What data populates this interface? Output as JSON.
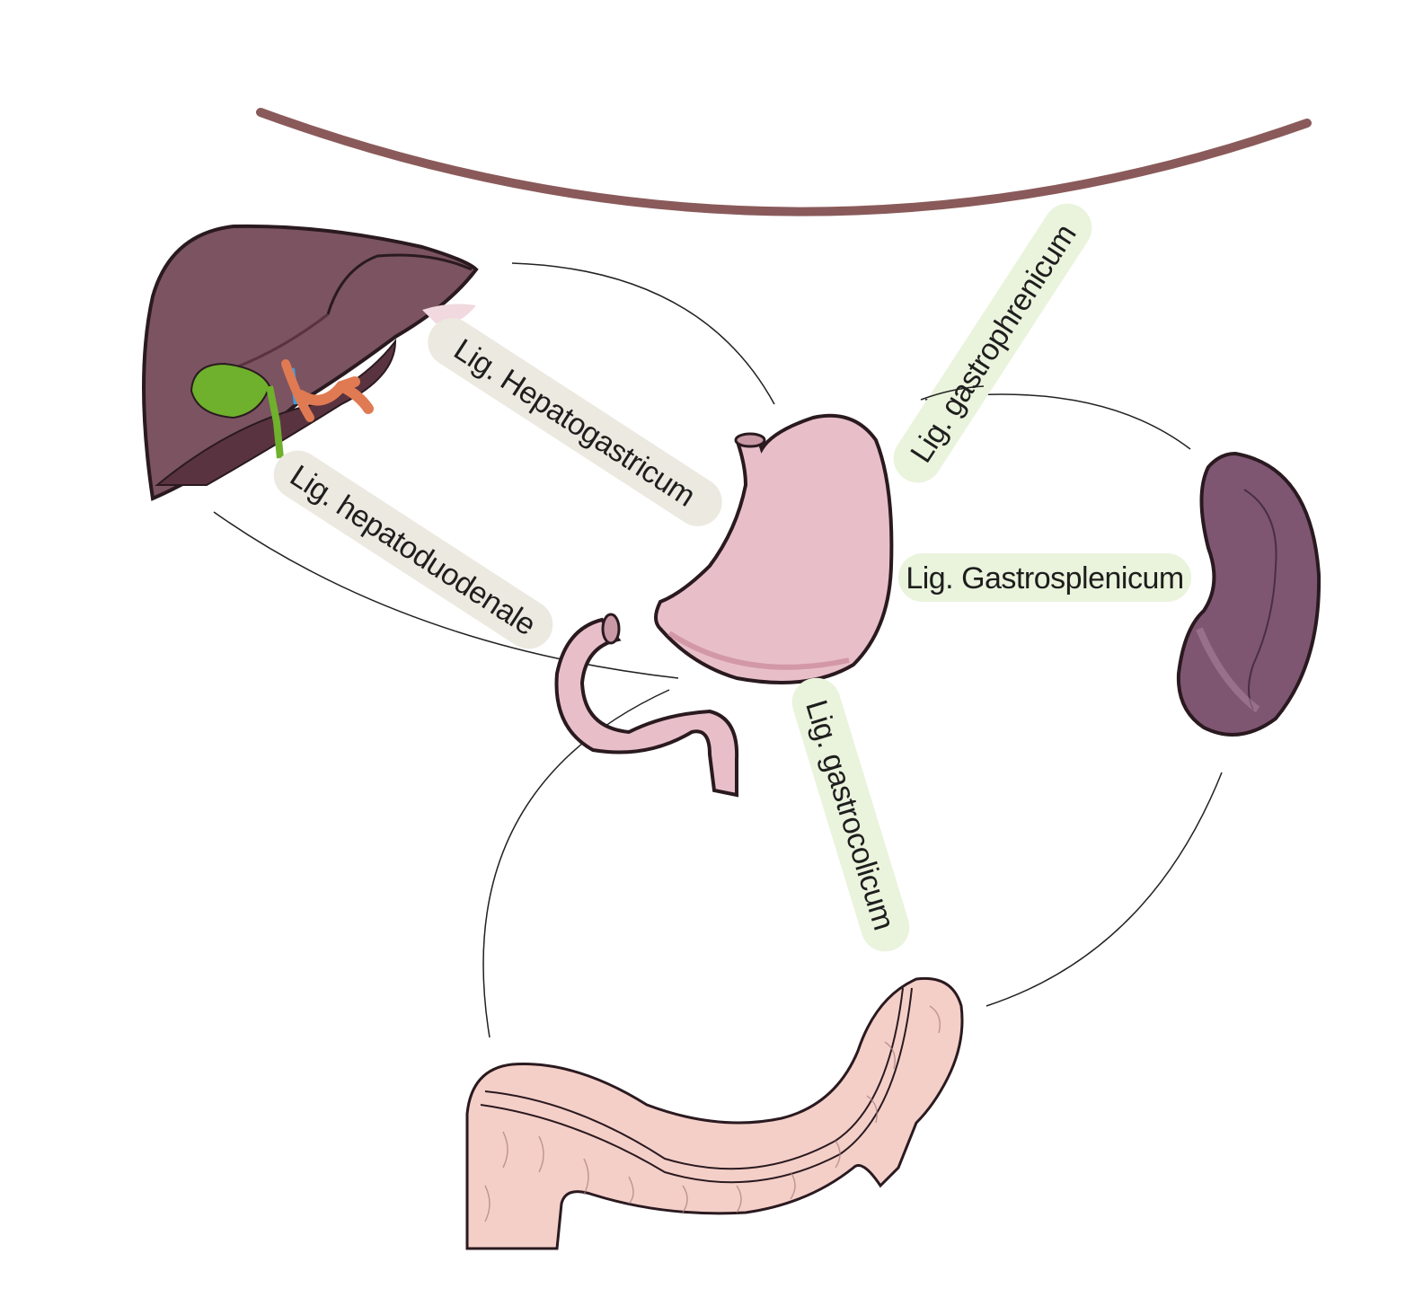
{
  "ligaments": {
    "hepatogastricum": "Lig. Hepatogastricum",
    "hepatoduodenale": "Lig. hepatoduodenale",
    "gastrophrenicum": "Lig. gastrophrenicum",
    "gastrosplenicum": "Lig. Gastrosplenicum",
    "gastrocolicum": "Lig. gastrocolicum"
  },
  "colors": {
    "diaphragm": "#8a5a5a",
    "liver": "#7b5361",
    "liver_dark": "#5a3340",
    "gallbladder": "#6fb02c",
    "stomach": "#e8bfc9",
    "spleen": "#7e5672",
    "colon": "#f4cfc8",
    "label_beige": "#ece9e0",
    "label_green": "#eaf3dc"
  },
  "icons": [
    "diaphragm-curve",
    "liver-icon",
    "gallbladder-icon",
    "stomach-icon",
    "duodenum-icon",
    "spleen-icon",
    "colon-icon"
  ]
}
